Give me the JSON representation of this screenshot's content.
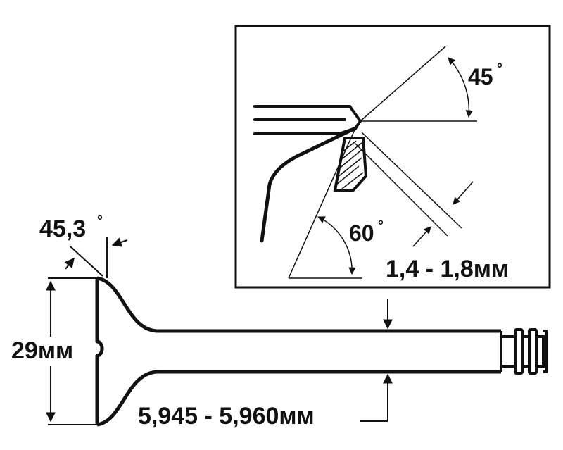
{
  "labels": {
    "seat_angle": "45,3",
    "seat_angle_deg": "°",
    "head_diameter": "29мм",
    "stem_diameter": "5,945 - 5,960мм",
    "detail_upper_angle": "45",
    "detail_upper_angle_deg": "°",
    "detail_lower_angle": "60",
    "detail_lower_angle_deg": "°",
    "seat_width": "1,4 - 1,8мм"
  }
}
